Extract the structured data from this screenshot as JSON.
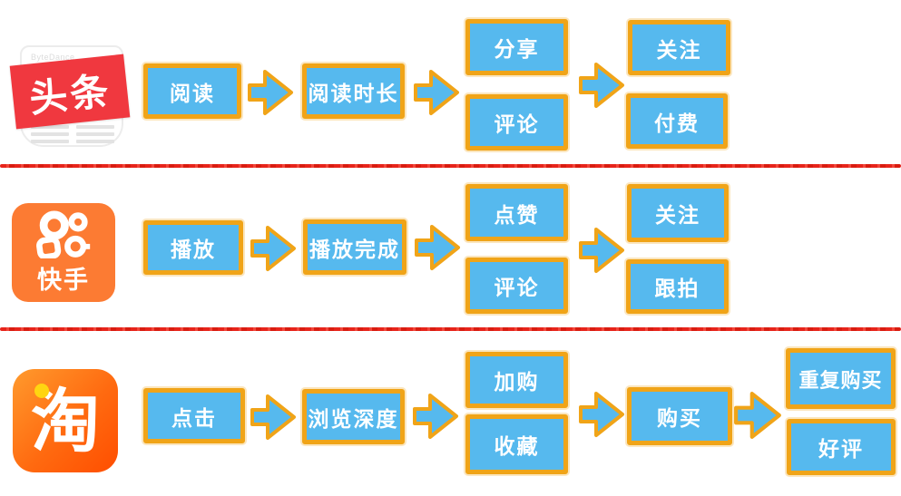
{
  "colors": {
    "box_fill": "#56b9ee",
    "box_border": "#f0a418",
    "divider_red": "#e7241b",
    "toutiao_red": "#f0383f",
    "kuaishou_orange": "#fc7b33",
    "taobao_orange_start": "#ff9a2d",
    "taobao_orange_end": "#ff4e00",
    "taobao_dot_yellow": "#ffd511"
  },
  "icons": {
    "arrow": "right-arrow-icon",
    "toutiao": "toutiao-app-logo",
    "kuaishou": "kuaishou-app-logo",
    "taobao": "taobao-app-logo"
  },
  "rows": [
    {
      "app_name": "toutiao",
      "logo": {
        "brand": "ByteDance",
        "text": "头条"
      },
      "stages": {
        "s1": "阅读",
        "s2": "阅读时长",
        "b1a": "分享",
        "b1b": "评论",
        "b2a": "关注",
        "b2b": "付费"
      }
    },
    {
      "app_name": "kuaishou",
      "logo": {
        "text": "快手"
      },
      "stages": {
        "s1": "播放",
        "s2": "播放完成",
        "b1a": "点赞",
        "b1b": "评论",
        "b2a": "关注",
        "b2b": "跟拍"
      }
    },
    {
      "app_name": "taobao",
      "logo": {
        "text": "淘"
      },
      "stages": {
        "s1": "点击",
        "s2": "浏览深度",
        "b1a": "加购",
        "b1b": "收藏",
        "s3": "购买",
        "b2a": "重复购买",
        "b2b": "好评"
      }
    }
  ]
}
